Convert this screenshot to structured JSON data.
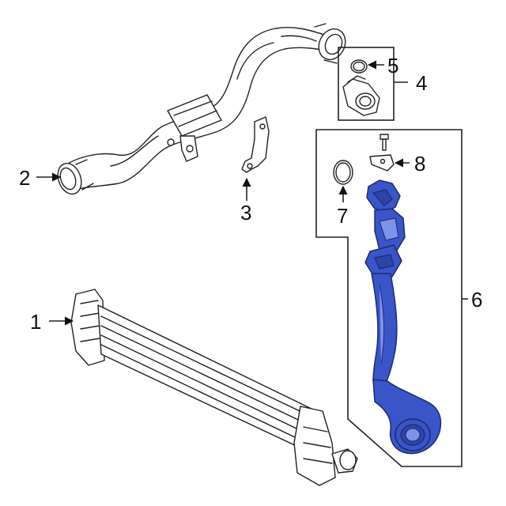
{
  "callouts": [
    {
      "id": "1",
      "text": "1"
    },
    {
      "id": "2",
      "text": "2"
    },
    {
      "id": "3",
      "text": "3"
    },
    {
      "id": "4",
      "text": "4"
    },
    {
      "id": "5",
      "text": "5"
    },
    {
      "id": "6",
      "text": "6"
    },
    {
      "id": "7",
      "text": "7"
    },
    {
      "id": "8",
      "text": "8"
    }
  ],
  "colors": {
    "highlight": "#3a55c8",
    "outline": "#222222",
    "background": "#ffffff"
  }
}
